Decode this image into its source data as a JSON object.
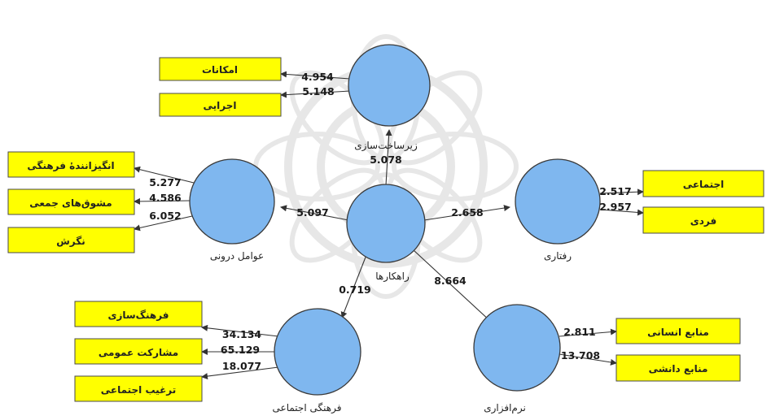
{
  "nodes": {
    "center": {
      "label": "راهکارها"
    },
    "infrastructure": {
      "label": "زیرساخت‌سازی"
    },
    "internal": {
      "label": "عوامل درونی"
    },
    "behavioral": {
      "label": "رفتاری"
    },
    "cultural": {
      "label": "فرهنگی اجتماعی"
    },
    "software": {
      "label": "نرم‌افزاری"
    }
  },
  "paths": {
    "center_infrastructure": "5.078",
    "center_internal": "5.097",
    "center_behavioral": "2.658",
    "center_cultural": "0.719",
    "center_software": "8.664"
  },
  "indicators": {
    "infrastructure": [
      {
        "label": "امکانات",
        "value": "4.954"
      },
      {
        "label": "اجرایی",
        "value": "5.148"
      }
    ],
    "internal": [
      {
        "label": "انگیزانندهٔ فرهنگی",
        "value": "5.277"
      },
      {
        "label": "مشوق‌های جمعی",
        "value": "4.586"
      },
      {
        "label": "نگرش",
        "value": "6.052"
      }
    ],
    "behavioral": [
      {
        "label": "اجتماعی",
        "value": "2.517"
      },
      {
        "label": "فردی",
        "value": "2.957"
      }
    ],
    "cultural": [
      {
        "label": "فرهنگ‌سازی",
        "value": "34.134"
      },
      {
        "label": "مشارکت عمومی",
        "value": "65.129"
      },
      {
        "label": "ترغیب اجتماعی",
        "value": "18.077"
      }
    ],
    "software": [
      {
        "label": "منابع انسانی",
        "value": "2.811"
      },
      {
        "label": "منابع دانشی",
        "value": "13.708"
      }
    ]
  },
  "colors": {
    "node_fill": "#7fb7ef",
    "node_stroke": "#3a3a3a",
    "box_fill": "#ffff00",
    "box_stroke": "#4a4a4a",
    "watermark": "#d9d9d9"
  }
}
